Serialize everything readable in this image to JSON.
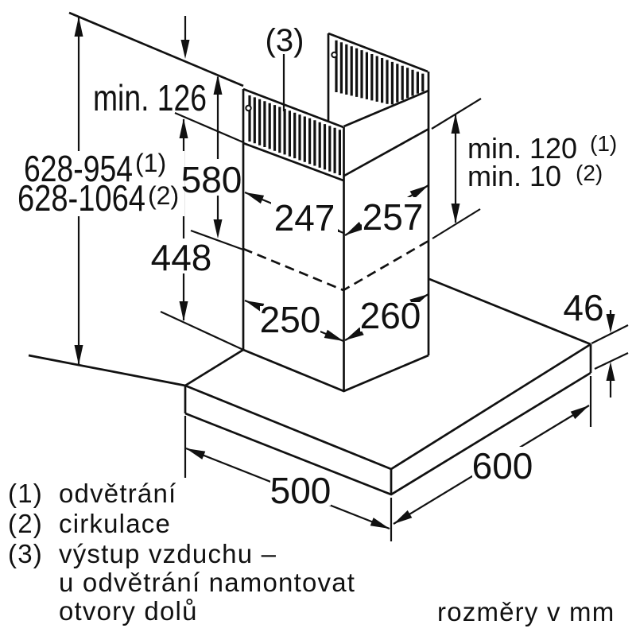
{
  "diagram": {
    "unit_note": "rozměry v mm",
    "callout": "(3)",
    "dims": {
      "total_vent": {
        "value": "628-954",
        "sup": "(1)"
      },
      "total_recirc": {
        "value": "628-1064",
        "sup": "(2)"
      },
      "ceiling_min": "min. 126",
      "upper_chimney": "580",
      "lower_chimney": "448",
      "chimney_top_depth": "247",
      "chimney_top_width": "257",
      "chimney_bottom_depth": "250",
      "chimney_bottom_width": "260",
      "overlap_vent": {
        "value": "min. 120",
        "sup": "(1)"
      },
      "overlap_recirc": {
        "value": "min. 10",
        "sup": "(2)"
      },
      "canopy_thickness": "46",
      "canopy_depth": "500",
      "canopy_width": "600"
    },
    "legend": {
      "item1": {
        "index": "(1)",
        "text": "odvětrání"
      },
      "item2": {
        "index": "(2)",
        "text": "cirkulace"
      },
      "item3": {
        "index": "(3)",
        "text": "výstup vzduchu –",
        "line2": "u odvětrání namontovat",
        "line3": "otvory dolů"
      }
    }
  }
}
